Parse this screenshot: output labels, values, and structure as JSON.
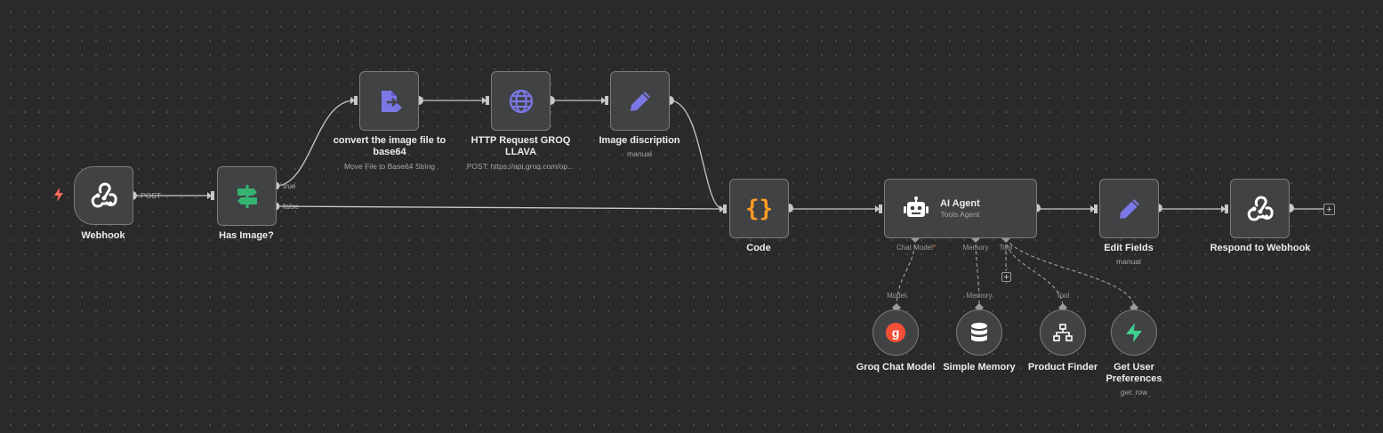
{
  "workflow": {
    "nodes": {
      "webhook": {
        "label": "Webhook",
        "icon": "webhook-icon"
      },
      "has_image": {
        "label": "Has Image?",
        "icon": "if-branch-icon"
      },
      "convert": {
        "label": "convert the image file to base64",
        "sublabel": "Move File to Base64 String",
        "icon": "file-convert-icon"
      },
      "http": {
        "label": "HTTP Request GROQ LLAVA",
        "sublabel": "POST: https://api.groq.com/op...",
        "icon": "globe-icon"
      },
      "image_desc": {
        "label": "Image discription",
        "sublabel": "manual",
        "icon": "pencil-icon"
      },
      "code": {
        "label": "Code",
        "icon": "code-braces-icon",
        "glyph": "{}"
      },
      "ai_agent": {
        "label": "AI Agent",
        "sublabel": "Tools Agent",
        "icon": "robot-icon"
      },
      "edit_fields": {
        "label": "Edit Fields",
        "sublabel": "manual",
        "icon": "pencil-icon"
      },
      "respond": {
        "label": "Respond to Webhook",
        "icon": "webhook-icon"
      },
      "groq": {
        "label": "Groq Chat Model",
        "icon": "groq-icon",
        "glyph": "g"
      },
      "memory": {
        "label": "Simple Memory",
        "icon": "database-icon"
      },
      "product_finder": {
        "label": "Product Finder",
        "icon": "sitemap-icon"
      },
      "user_prefs": {
        "label": "Get User Preferences",
        "sublabel": "get: row",
        "icon": "supabase-icon"
      }
    },
    "edge_labels": {
      "post": "POST",
      "true": "true",
      "false": "false"
    },
    "ports": {
      "chat_model": "Chat Model",
      "chat_model_required": "*",
      "memory": "Memory",
      "tool": "Tool",
      "model_in": "Model",
      "memory_in": "Memory",
      "tool_in": "Tool"
    },
    "add_button": "+"
  },
  "colors": {
    "canvas": "#2a2a2a",
    "node_bg": "#414244",
    "node_border": "#7c7c80",
    "edge": "#c8c8c8",
    "trigger_bolt": "#ff6d5a",
    "if_green": "#35b371",
    "purple": "#7b78e6",
    "code_orange": "#ff9b26",
    "groq_red": "#f55036",
    "supabase_green": "#3ecf8e"
  }
}
